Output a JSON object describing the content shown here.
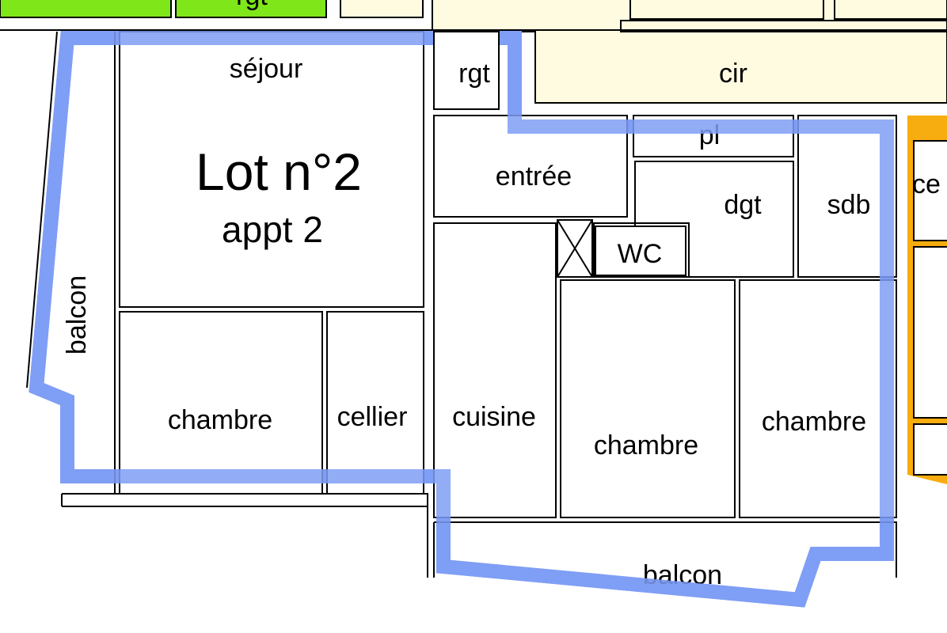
{
  "colors": {
    "outline": "#7f9ef5",
    "neighbor_green": "#7fe619",
    "common_area": "#fffbe1",
    "neighbor_orange": "#f7ad0f",
    "neighbor_red_text": "#e0202a"
  },
  "top_partial_label": "rgt",
  "top_partial_red": "",
  "lot": {
    "title": "Lot n°2",
    "subtitle": "appt 2"
  },
  "rooms": {
    "sejour": "séjour",
    "rgt": "rgt",
    "cir": "cir",
    "entree": "entrée",
    "pl": "pl",
    "dgt": "dgt",
    "sdb": "sdb",
    "wc": "WC",
    "chambre_left": "chambre",
    "cellier": "cellier",
    "cuisine": "cuisine",
    "chambre_mid": "chambre",
    "chambre_right": "chambre",
    "balcon_left": "balcon",
    "balcon_bottom": "balcon",
    "right_partial": "ce"
  }
}
